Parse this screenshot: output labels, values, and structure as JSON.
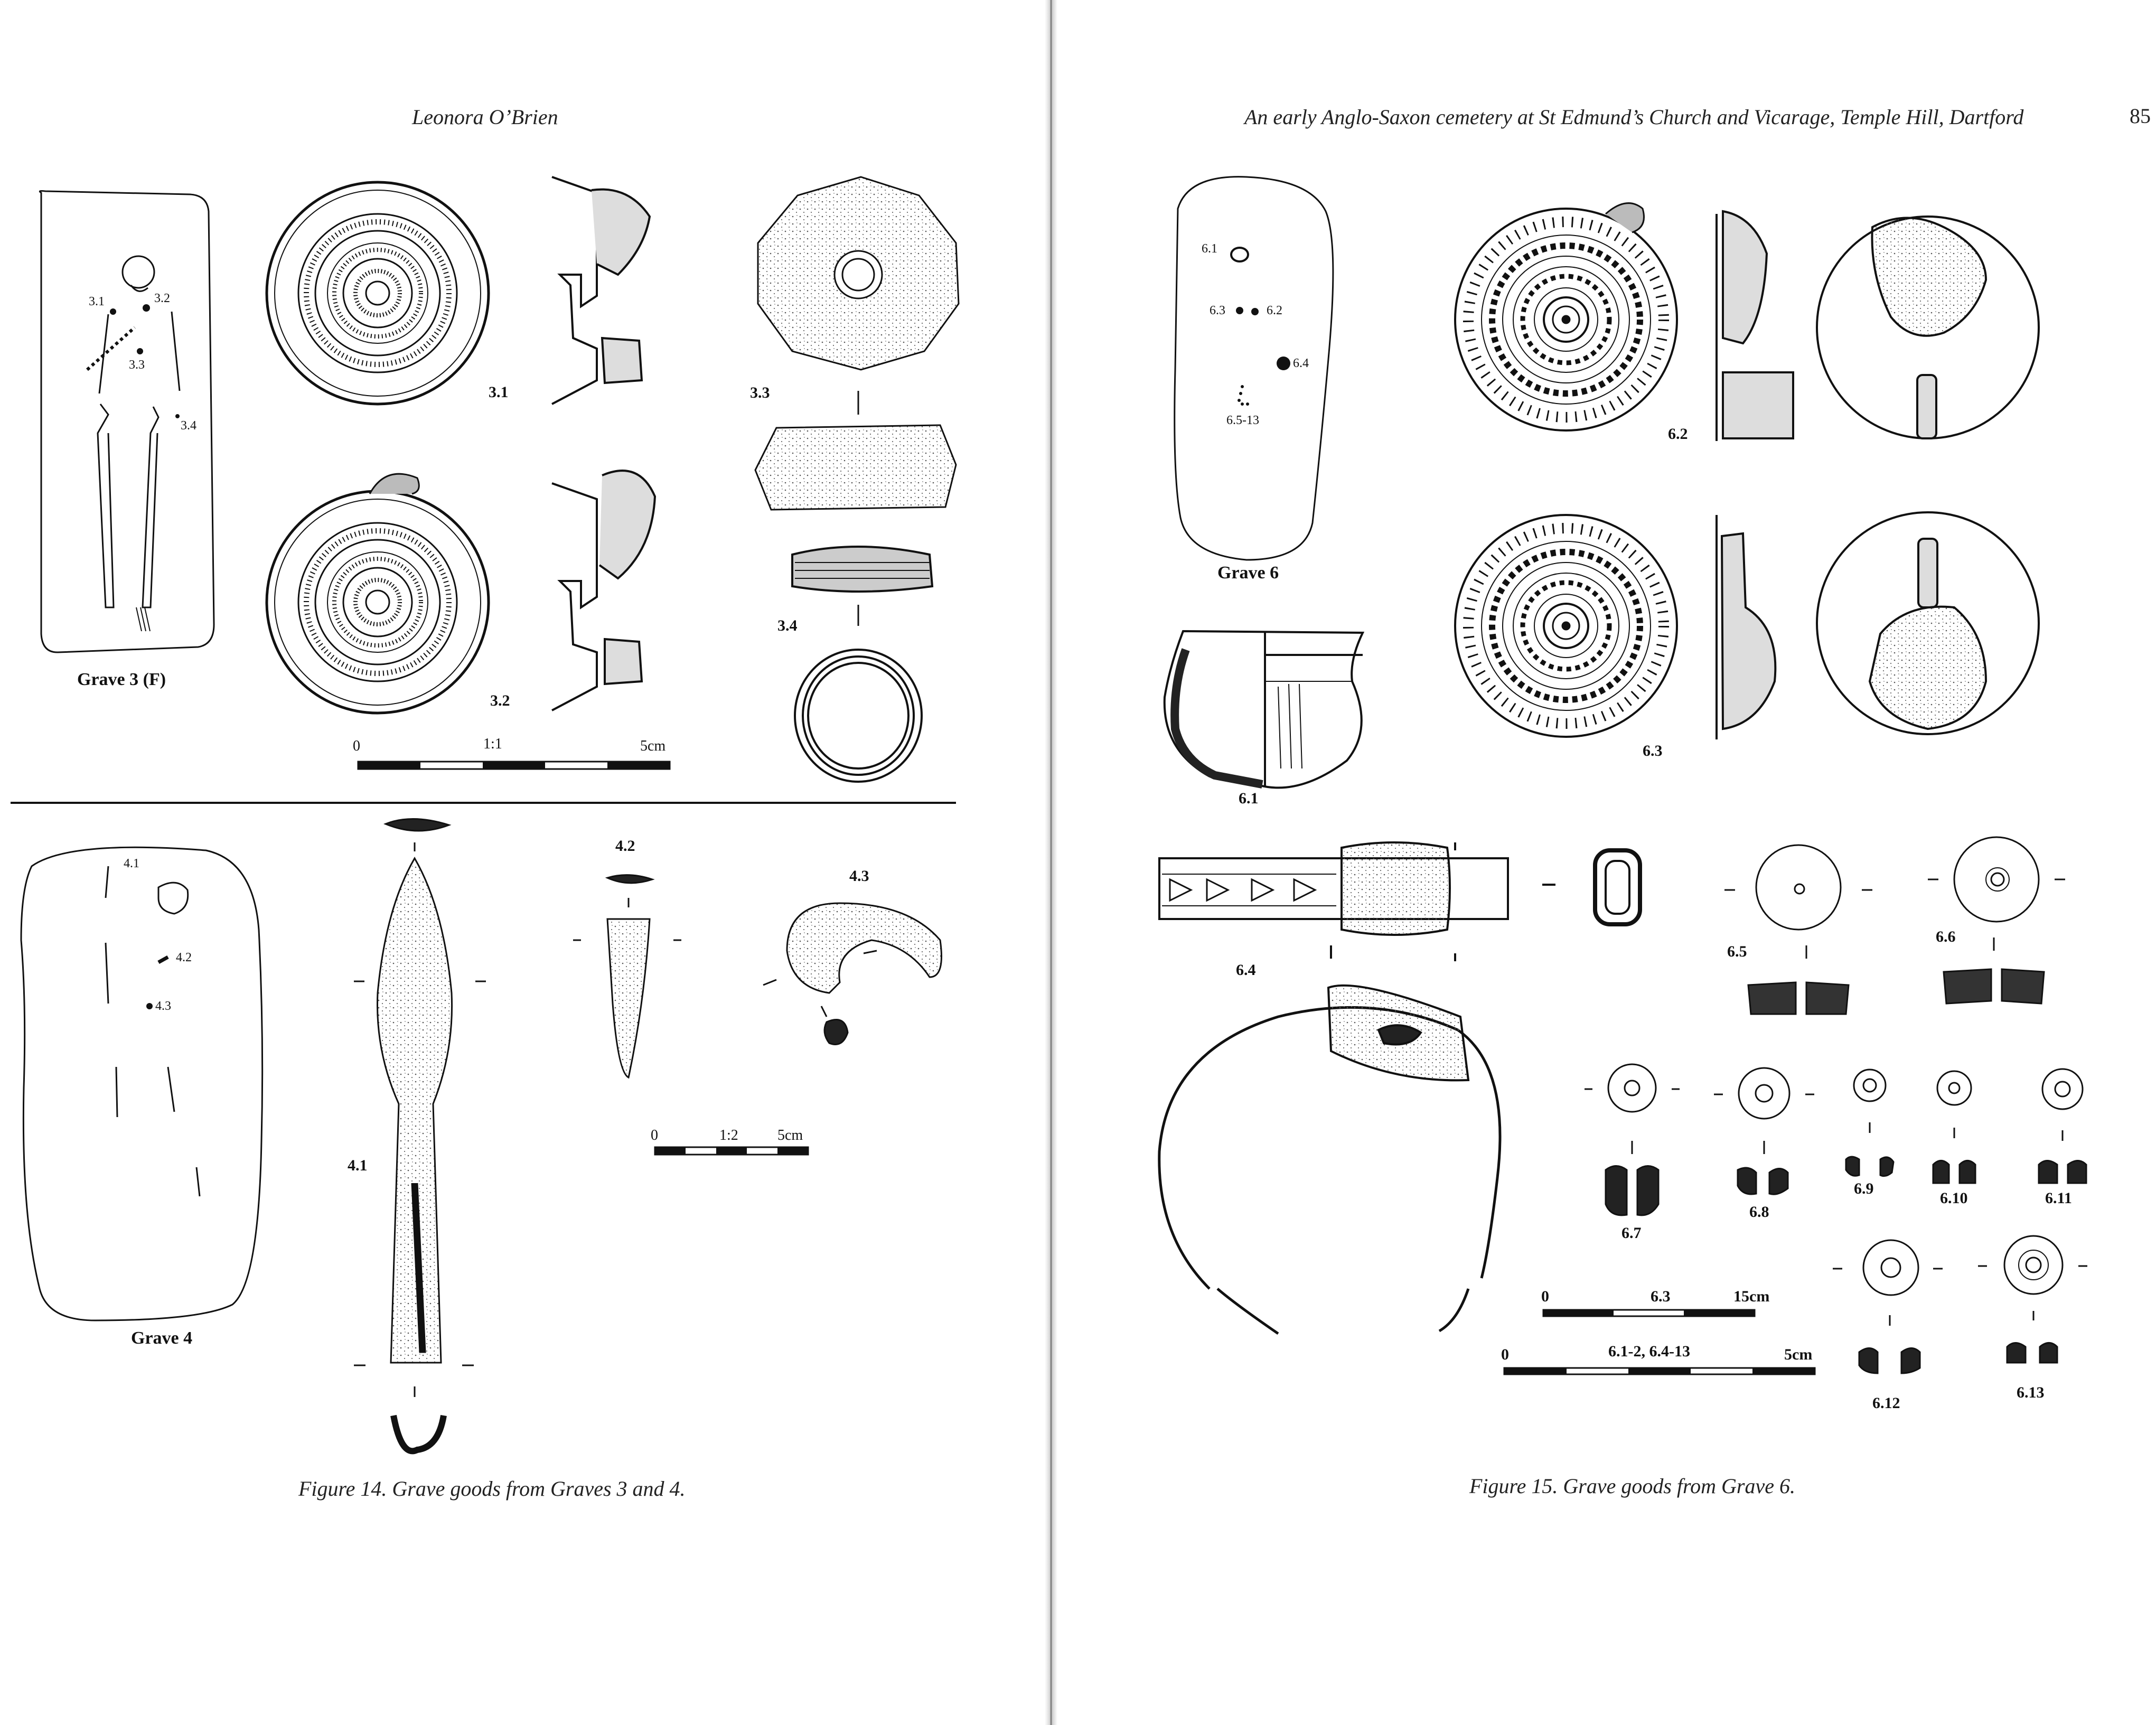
{
  "left_page": {
    "header": "Leonora O’Brien",
    "caption": "Figure 14. Grave goods from Graves 3 and 4.",
    "top_panel": {
      "grave_label": "Grave 3 (F)",
      "plan_labels": [
        "3.1",
        "3.2",
        "3.3",
        "3.4"
      ],
      "item_labels": [
        "3.1",
        "3.2",
        "3.3",
        "3.4"
      ],
      "scale": {
        "start": "0",
        "ratio": "1:1",
        "end": "5cm"
      }
    },
    "bottom_panel": {
      "grave_label": "Grave 4",
      "plan_labels": [
        "4.1",
        "4.2",
        "4.3"
      ],
      "item_labels": [
        "4.1",
        "4.2",
        "4.3"
      ],
      "scale": {
        "start": "0",
        "ratio": "1:2",
        "end": "5cm"
      }
    }
  },
  "right_page": {
    "header": "An early Anglo-Saxon cemetery at St Edmund’s Church and Vicarage, Temple Hill, Dartford",
    "page_number": "85",
    "caption": "Figure 15. Grave goods from Grave 6.",
    "grave_label": "Grave 6",
    "plan_labels": [
      "6.1",
      "6.3",
      "6.2",
      "6.4",
      "6.5-13"
    ],
    "item_labels": {
      "pot": "6.1",
      "brooch_a": "6.2",
      "brooch_b": "6.3",
      "buckle": "6.4",
      "b5": "6.5",
      "b6": "6.6",
      "b7": "6.7",
      "b8": "6.8",
      "b9": "6.9",
      "b10": "6.10",
      "b11": "6.11",
      "b12": "6.12",
      "b13": "6.13"
    },
    "scale_a": {
      "start": "0",
      "label": "6.3",
      "end": "15cm"
    },
    "scale_b": {
      "start": "0",
      "label": "6.1-2, 6.4-13",
      "end": "5cm"
    }
  }
}
